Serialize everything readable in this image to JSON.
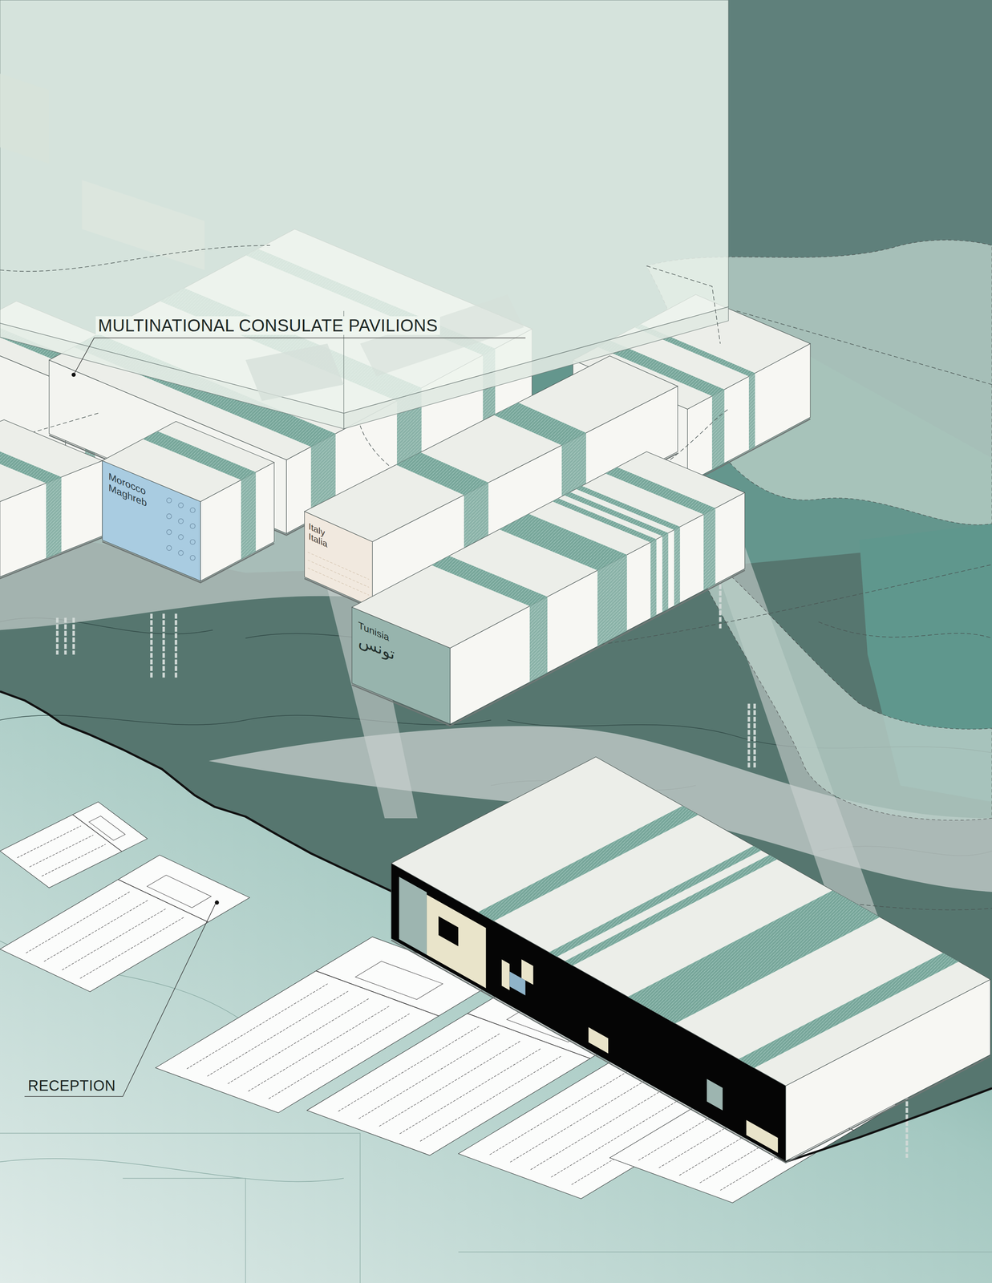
{
  "diagram": {
    "nodes": [
      {
        "text": [
          "Morocco Maghreb"
        ]
      },
      {
        "text": [
          "Italy Italia"
        ]
      },
      {
        "text": [
          "Tunisia",
          "تونس"
        ]
      }
    ],
    "labels": [
      "MULTINATIONAL CONSULATE PAVILIONS",
      "RECEPTION"
    ]
  }
}
